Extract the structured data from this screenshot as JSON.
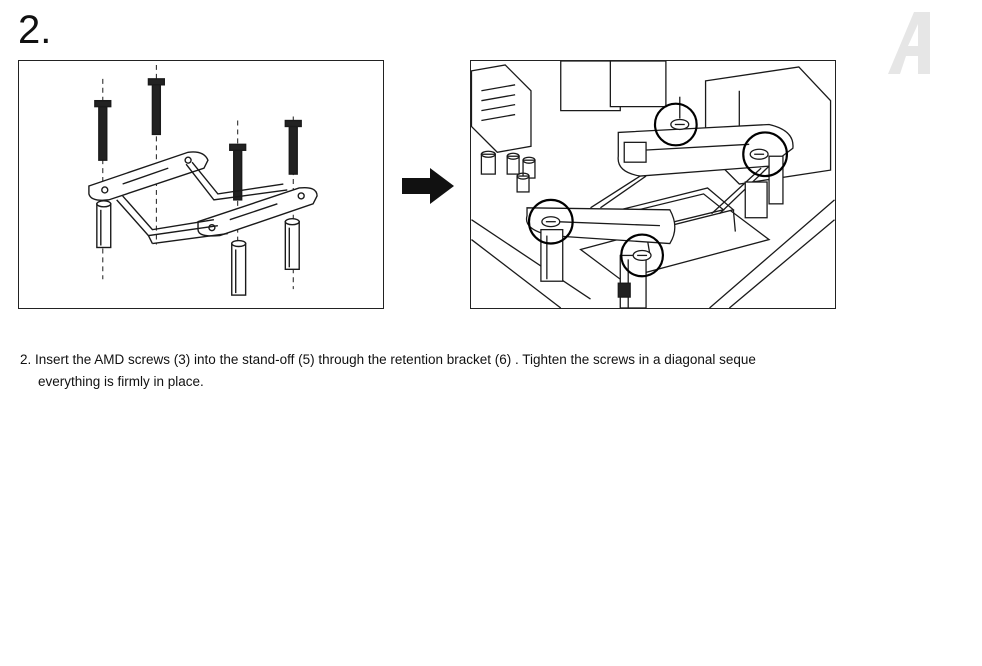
{
  "step": {
    "number": "2."
  },
  "instruction": {
    "line1": "2. Insert the AMD screws (3) into the stand-off (5) through the retention bracket (6) . Tighten the screws in a diagonal seque",
    "line2": "everything is firmly in place."
  },
  "watermark": {
    "color": "#e6e6e6"
  },
  "colors": {
    "line": "#1a1a1a",
    "panel_border": "#222222",
    "arrow": "#111111",
    "highlight_circle": "#000000"
  }
}
